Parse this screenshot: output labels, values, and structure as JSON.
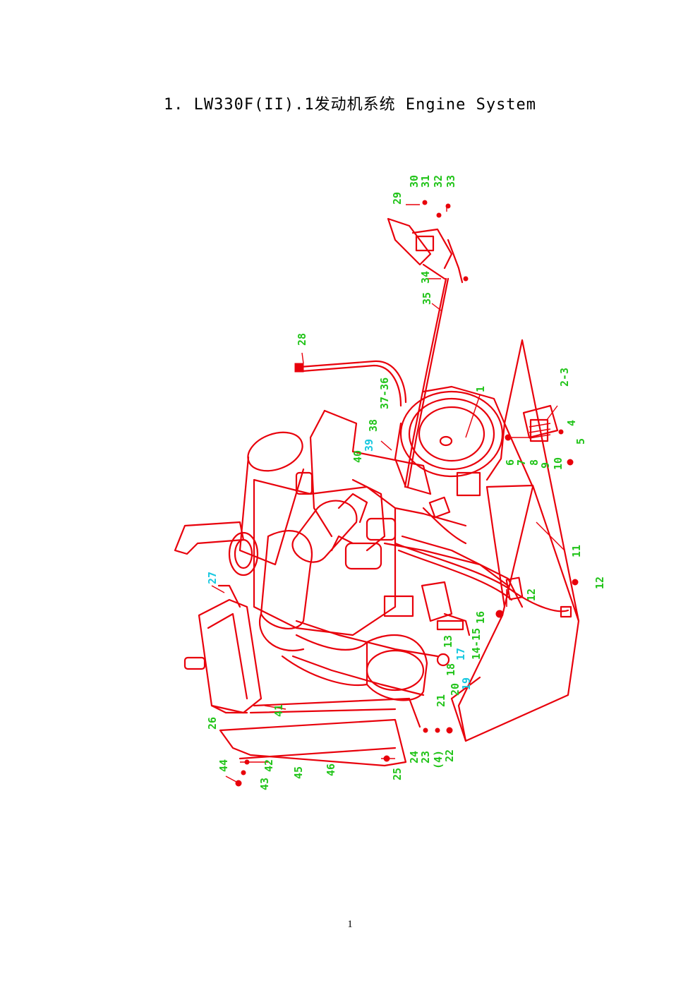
{
  "page": {
    "title": "1. LW330F(II).1发动机系统 Engine System",
    "page_number": "1"
  },
  "diagram": {
    "colors": {
      "line": "#e8000b",
      "label_green": "#22c41a",
      "label_cyan": "#18c8e0"
    },
    "callouts": [
      {
        "id": "c1",
        "text": "1",
        "color": "green"
      },
      {
        "id": "c2",
        "text": "2-3",
        "color": "green"
      },
      {
        "id": "c4",
        "text": "4",
        "color": "green"
      },
      {
        "id": "c5",
        "text": "5",
        "color": "green"
      },
      {
        "id": "c6",
        "text": "6",
        "color": "green"
      },
      {
        "id": "c7",
        "text": "7",
        "color": "green"
      },
      {
        "id": "c8",
        "text": "8",
        "color": "green"
      },
      {
        "id": "c9",
        "text": "9",
        "color": "green"
      },
      {
        "id": "c10",
        "text": "10",
        "color": "green"
      },
      {
        "id": "c11",
        "text": "11",
        "color": "green"
      },
      {
        "id": "c12a",
        "text": "12",
        "color": "green"
      },
      {
        "id": "c12b",
        "text": "12",
        "color": "green"
      },
      {
        "id": "c13",
        "text": "13",
        "color": "green"
      },
      {
        "id": "c14",
        "text": "14-15",
        "color": "green"
      },
      {
        "id": "c16",
        "text": "16",
        "color": "green"
      },
      {
        "id": "c17",
        "text": "17",
        "color": "cyan"
      },
      {
        "id": "c18",
        "text": "18",
        "color": "green"
      },
      {
        "id": "c19",
        "text": "19",
        "color": "cyan"
      },
      {
        "id": "c20",
        "text": "20",
        "color": "green"
      },
      {
        "id": "c21",
        "text": "21",
        "color": "green"
      },
      {
        "id": "c22",
        "text": "22",
        "color": "green"
      },
      {
        "id": "c4b",
        "text": "(4)",
        "color": "green"
      },
      {
        "id": "c23",
        "text": "23",
        "color": "green"
      },
      {
        "id": "c24",
        "text": "24",
        "color": "green"
      },
      {
        "id": "c25",
        "text": "25",
        "color": "green"
      },
      {
        "id": "c26",
        "text": "26",
        "color": "green"
      },
      {
        "id": "c27",
        "text": "27",
        "color": "cyan"
      },
      {
        "id": "c28",
        "text": "28",
        "color": "green"
      },
      {
        "id": "c29",
        "text": "29",
        "color": "green"
      },
      {
        "id": "c30",
        "text": "30",
        "color": "green"
      },
      {
        "id": "c31",
        "text": "31",
        "color": "green"
      },
      {
        "id": "c32",
        "text": "32",
        "color": "green"
      },
      {
        "id": "c33",
        "text": "33",
        "color": "green"
      },
      {
        "id": "c34",
        "text": "34",
        "color": "green"
      },
      {
        "id": "c35",
        "text": "35",
        "color": "green"
      },
      {
        "id": "c36",
        "text": "37-36",
        "color": "green"
      },
      {
        "id": "c38",
        "text": "38",
        "color": "green"
      },
      {
        "id": "c39",
        "text": "39",
        "color": "cyan"
      },
      {
        "id": "c40",
        "text": "40",
        "color": "green"
      },
      {
        "id": "c41",
        "text": "41",
        "color": "green"
      },
      {
        "id": "c42",
        "text": "42",
        "color": "green"
      },
      {
        "id": "c43",
        "text": "43",
        "color": "green"
      },
      {
        "id": "c44",
        "text": "44",
        "color": "green"
      },
      {
        "id": "c45",
        "text": "45",
        "color": "green"
      },
      {
        "id": "c46",
        "text": "46",
        "color": "green"
      }
    ]
  }
}
